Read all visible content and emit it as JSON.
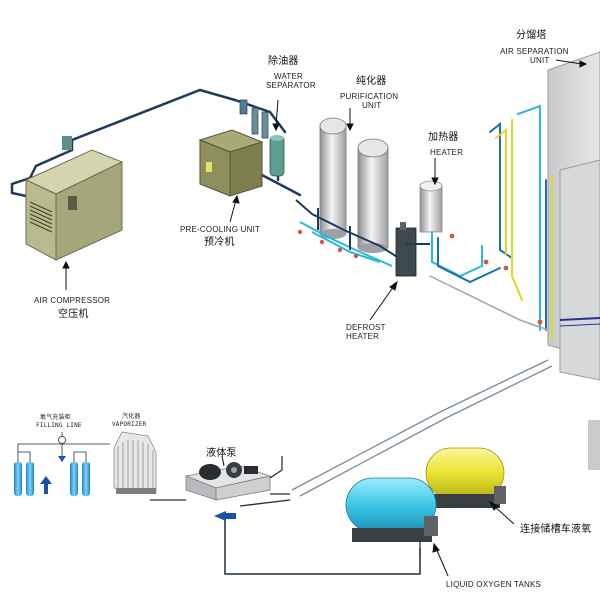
{
  "labels": {
    "air_compressor_en": "AIR COMPRESSOR",
    "air_compressor_cn": "空压机",
    "pre_cooling_en": "PRE-COOLING UNIT",
    "pre_cooling_cn": "预冷机",
    "water_separator_cn": "除油器",
    "water_separator_en_1": "WATER",
    "water_separator_en_2": "SEPARATOR",
    "purification_cn": "纯化器",
    "purification_en_1": "PURIFICATION",
    "purification_en_2": "UNIT",
    "heater_cn": "加热器",
    "heater_en": "HEATER",
    "air_separation_cn": "分馏塔",
    "air_separation_en_1": "AIR SEPARATION",
    "air_separation_en_2": "UNIT",
    "defrost_en_1": "DEFROST",
    "defrost_en_2": "HEATER",
    "filling_cn": "氧气充装柜",
    "filling_en": "FILLING LINE",
    "vaporizer_cn": "汽化器",
    "vaporizer_en": "VAPORIZER",
    "pump_cn": "液体泵",
    "connect_truck_cn": "连接储槽车液氧",
    "liquid_oxygen_en": "LIQUID OXYGEN TANKS"
  },
  "colors": {
    "pipe_dark": "#1f3b5c",
    "equipment_khaki": "#b3b489",
    "precooler_olive": "#8e8f5d",
    "vessel_grey": "#c8c9cb",
    "separator_teal": "#5e9d92",
    "tank_cyan": "#3cc8e6",
    "tank_yellow": "#e9e332",
    "cylinder_blue": "#3aaee6",
    "pipe_cyan": "#29b9d9",
    "pipe_yellow": "#d9d927"
  }
}
